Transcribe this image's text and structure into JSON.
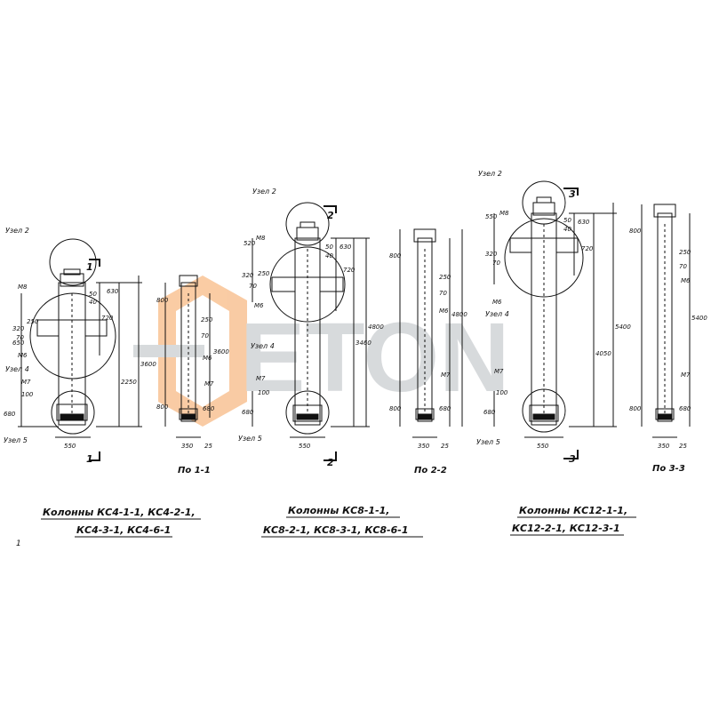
{
  "watermark": {
    "text": "ETON",
    "color_orange": "#f5a25a",
    "color_gray": "#b8bcc0"
  },
  "groups": [
    {
      "caption_line1": "Колонны КС4-1-1, КС4-2-1,",
      "caption_line2": "КС4-3-1, КС4-6-1",
      "column": {
        "node_upper": "Узел 2",
        "node_mid": "Узел 4",
        "node_lower": "Узел 5",
        "mark_m8": "М8",
        "mark_m6": "М6",
        "mark_m7": "М7",
        "dims_left": [
          "320",
          "650",
          "250",
          "70",
          "100",
          "680"
        ],
        "dims_right": [
          "630",
          "720",
          "2250",
          "3600"
        ],
        "small_dims": [
          "50",
          "40"
        ],
        "bottom_width": "550",
        "section_mark": "1"
      },
      "section": {
        "title": "По 1-1",
        "mark_m6": "М6",
        "mark_m7": "М7",
        "dims_left": [
          "800",
          "800"
        ],
        "dims_right": [
          "250",
          "70",
          "3600",
          "680"
        ],
        "bottom_width": "350",
        "small_dim": "25"
      }
    },
    {
      "caption_line1": "Колонны КС8-1-1,",
      "caption_line2": "КС8-2-1, КС8-3-1, КС8-6-1",
      "column": {
        "node_upper": "Узел 2",
        "node_mid": "Узел 4",
        "node_lower": "Узел 5",
        "mark_m8": "М8",
        "mark_m6": "М6",
        "mark_m7": "М7",
        "dims_left": [
          "520",
          "320",
          "70",
          "250",
          "680",
          "100"
        ],
        "dims_right": [
          "630",
          "720",
          "3460",
          "4800"
        ],
        "small_dims": [
          "50",
          "40"
        ],
        "bottom_width": "550",
        "section_mark": "2"
      },
      "section": {
        "title": "По 2-2",
        "mark_m6": "М6",
        "mark_m7": "М7",
        "dims_left": [
          "800",
          "800"
        ],
        "dims_right": [
          "250",
          "70",
          "4800",
          "680"
        ],
        "bottom_width": "350",
        "small_dim": "25"
      }
    },
    {
      "caption_line1": "Колонны КС12-1-1,",
      "caption_line2": "КС12-2-1, КС12-3-1",
      "column": {
        "node_upper": "Узел 2",
        "node_mid": "Узел 4",
        "node_lower": "Узел 5",
        "mark_m8": "М8",
        "mark_m6": "М6",
        "mark_m7": "М7",
        "dims_left": [
          "550",
          "320",
          "70",
          "680",
          "100"
        ],
        "dims_right": [
          "630",
          "720",
          "4050",
          "5400"
        ],
        "small_dims": [
          "50",
          "40"
        ],
        "bottom_width": "550",
        "section_mark": "3"
      },
      "section": {
        "title": "По 3-3",
        "mark_m6": "М6",
        "mark_m7": "М7",
        "dims_left": [
          "800",
          "800"
        ],
        "dims_right": [
          "250",
          "70",
          "5400",
          "680"
        ],
        "bottom_width": "350",
        "small_dim": "25"
      }
    }
  ],
  "page_number": "1"
}
